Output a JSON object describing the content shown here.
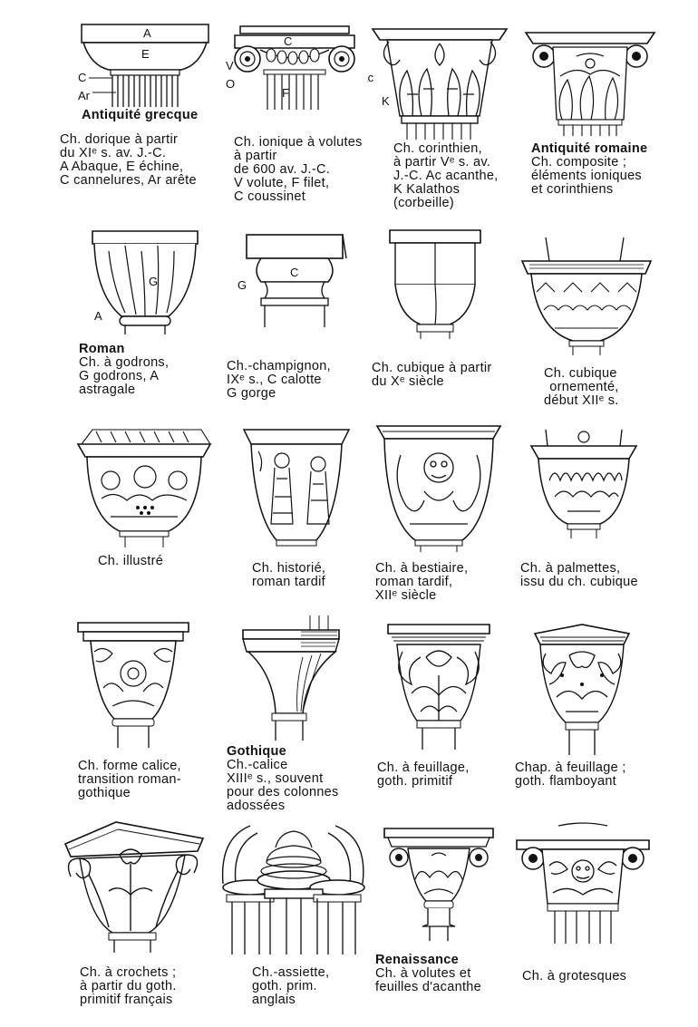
{
  "labels": {
    "doric": {
      "A": "A",
      "E": "E",
      "C": "C",
      "Ar": "Ar"
    },
    "ionic": {
      "C": "C",
      "V": "V",
      "O": "O",
      "F": "F"
    },
    "corinthian": {
      "Ac": "Ac",
      "K": "K"
    },
    "roman": {
      "G": "G",
      "A": "A"
    },
    "mushroom": {
      "G": "G",
      "C": "C"
    }
  },
  "captions": [
    {
      "id": "doric",
      "heading": "Antiquité grecque",
      "lines": [
        "Ch. dorique à partir",
        "du XIᵉ s. av. J.-C.",
        "A Abaque, E échine,",
        "C cannelures, Ar arête"
      ]
    },
    {
      "id": "ionic",
      "heading": "",
      "lines": [
        "Ch. ionique à volutes",
        "à partir",
        "de 600 av. J.-C.",
        "V volute, F filet,",
        "C coussinet"
      ]
    },
    {
      "id": "corinthian",
      "heading": "",
      "lines": [
        "Ch. corinthien,",
        "à partir Vᵉ s. av.",
        "J.-C. Ac acanthe,",
        "K Kalathos",
        "(corbeille)"
      ]
    },
    {
      "id": "composite",
      "heading": "Antiquité romaine",
      "lines": [
        "Ch. composite ;",
        "éléments ioniques",
        "et corinthiens"
      ]
    },
    {
      "id": "godron",
      "heading": "Roman",
      "lines": [
        "Ch. à godrons,",
        "G godrons, A",
        "astragale"
      ]
    },
    {
      "id": "champignon",
      "heading": "",
      "lines": [
        "Ch.-champignon,",
        "IXᵉ s., C calotte",
        "G gorge"
      ]
    },
    {
      "id": "cubique",
      "heading": "",
      "lines": [
        "Ch. cubique à partir",
        "du Xᵉ siècle"
      ]
    },
    {
      "id": "cubique-orne",
      "heading": "",
      "lines": [
        "Ch. cubique",
        "ornementé,",
        "début XIIᵉ s."
      ]
    },
    {
      "id": "illustre",
      "heading": "",
      "lines": [
        "Ch. illustré"
      ]
    },
    {
      "id": "historie",
      "heading": "",
      "lines": [
        "Ch. historié,",
        "roman tardif"
      ]
    },
    {
      "id": "bestiaire",
      "heading": "",
      "lines": [
        "Ch. à bestiaire,",
        "roman tardif,",
        "XIIᵉ siècle"
      ]
    },
    {
      "id": "palmettes",
      "heading": "",
      "lines": [
        "Ch. à palmettes,",
        "issu du ch. cubique"
      ]
    },
    {
      "id": "calice-transition",
      "heading": "",
      "lines": [
        "Ch. forme calice,",
        "transition roman-",
        "gothique"
      ]
    },
    {
      "id": "calice-gothique",
      "heading": "Gothique",
      "lines": [
        "Ch.-calice",
        "XIIIᵉ s., souvent",
        "pour des colonnes",
        "adossées"
      ]
    },
    {
      "id": "feuillage-primitif",
      "heading": "",
      "lines": [
        "Ch. à feuillage,",
        "goth. primitif"
      ]
    },
    {
      "id": "feuillage-flamboyant",
      "heading": "",
      "lines": [
        "Chap. à feuillage ;",
        "goth. flamboyant"
      ]
    },
    {
      "id": "crochets",
      "heading": "",
      "lines": [
        "Ch. à crochets ;",
        "à partir du goth.",
        "primitif français"
      ]
    },
    {
      "id": "assiette",
      "heading": "",
      "lines": [
        "Ch.-assiette,",
        "goth. prim.",
        "anglais"
      ]
    },
    {
      "id": "volutes-acanthe",
      "heading": "Renaissance",
      "lines": [
        "Ch. à volutes et",
        "feuilles d'acanthe"
      ]
    },
    {
      "id": "grotesques",
      "heading": "",
      "lines": [
        "Ch. à grotesques"
      ]
    }
  ]
}
